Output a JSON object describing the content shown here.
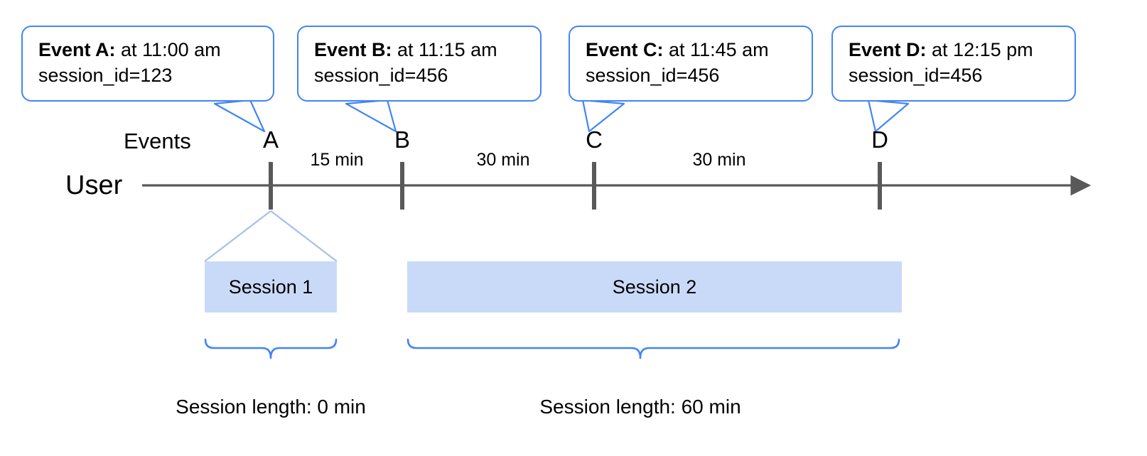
{
  "diagram": {
    "title": "User session timeline with events and session length",
    "colors": {
      "callout_border": "#4285f4",
      "session_fill": "#c9daf8",
      "axis": "#595959",
      "brace": "#4285f4",
      "funnel": "#a7c0e8"
    },
    "row_labels": {
      "events": "Events",
      "user": "User"
    },
    "callouts": [
      {
        "title": "Event A:",
        "time": " at 11:00 am",
        "session_id": "session_id=123"
      },
      {
        "title": "Event B:",
        "time": " at 11:15 am",
        "session_id": "session_id=456"
      },
      {
        "title": "Event C:",
        "time": " at 11:45 am",
        "session_id": "session_id=456"
      },
      {
        "title": "Event D:",
        "time": " at 12:15 pm",
        "session_id": "session_id=456"
      }
    ],
    "markers": [
      {
        "letter": "A"
      },
      {
        "letter": "B"
      },
      {
        "letter": "C"
      },
      {
        "letter": "D"
      }
    ],
    "gaps": [
      {
        "label": "15 min"
      },
      {
        "label": "30 min"
      },
      {
        "label": "30 min"
      }
    ],
    "sessions": [
      {
        "label": "Session 1",
        "length_caption": "Session length: 0 min"
      },
      {
        "label": "Session 2",
        "length_caption": "Session length: 60 min"
      }
    ]
  }
}
